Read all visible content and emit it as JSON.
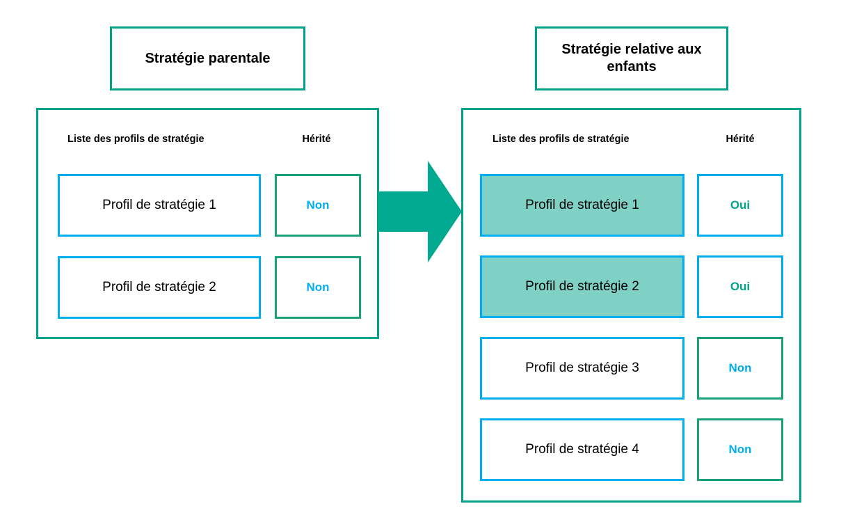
{
  "colors": {
    "green": "#00A28A",
    "cyan": "#00AEEF",
    "highlight_fill": "#7FD0C5",
    "arrow": "#00A98F",
    "text": "#000000"
  },
  "titles": {
    "parent": "Stratégie parentale",
    "children": "Stratégie relative aux enfants"
  },
  "columns": {
    "profiles": "Liste des profils de stratégie",
    "inherited": "Hérité"
  },
  "parent_panel": {
    "rows": [
      {
        "profile": "Profil de stratégie 1",
        "inherited": "Non",
        "inherited_state": "no",
        "highlighted": false
      },
      {
        "profile": "Profil de stratégie 2",
        "inherited": "Non",
        "inherited_state": "no",
        "highlighted": false
      }
    ]
  },
  "children_panel": {
    "rows": [
      {
        "profile": "Profil de stratégie 1",
        "inherited": "Oui",
        "inherited_state": "yes",
        "highlighted": true
      },
      {
        "profile": "Profil de stratégie 2",
        "inherited": "Oui",
        "inherited_state": "yes",
        "highlighted": true
      },
      {
        "profile": "Profil de stratégie 3",
        "inherited": "Non",
        "inherited_state": "no",
        "highlighted": false
      },
      {
        "profile": "Profil de stratégie 4",
        "inherited": "Non",
        "inherited_state": "no",
        "highlighted": false
      }
    ]
  },
  "arrow": {
    "direction": "right",
    "label": ""
  }
}
